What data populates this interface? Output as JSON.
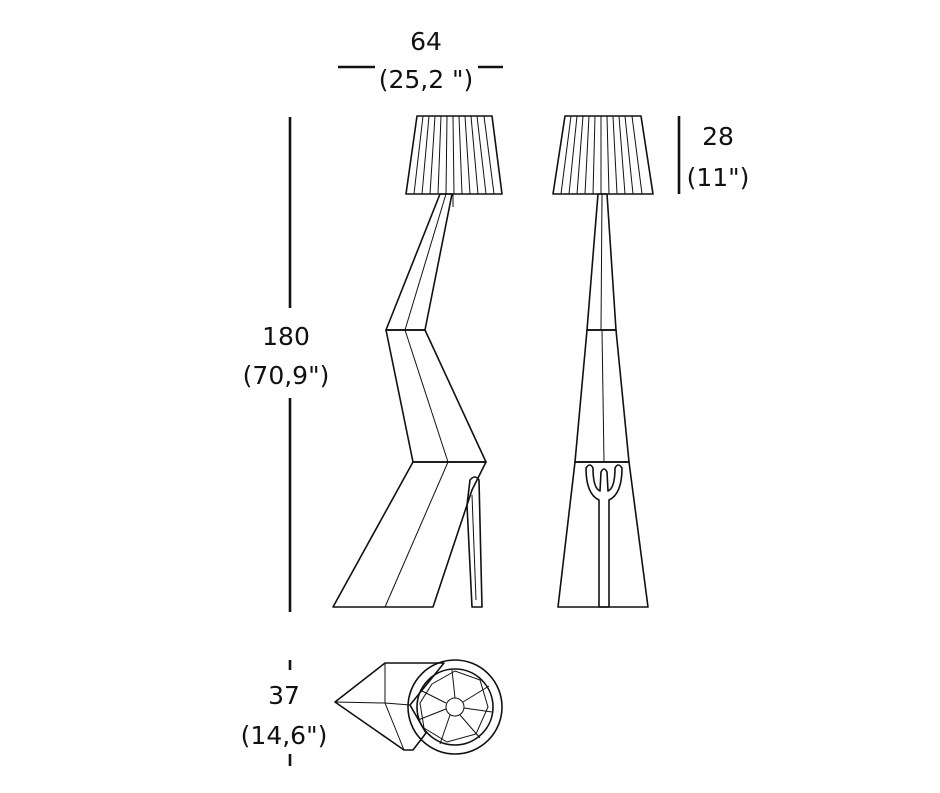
{
  "dimensions": {
    "width": {
      "value": "64",
      "imperial": "(25,2 \")"
    },
    "shade_height": {
      "value": "28",
      "imperial": "(11\")"
    },
    "total_height": {
      "value": "180",
      "imperial": "(70,9\")"
    },
    "depth": {
      "value": "37",
      "imperial": "(14,6\")"
    }
  }
}
